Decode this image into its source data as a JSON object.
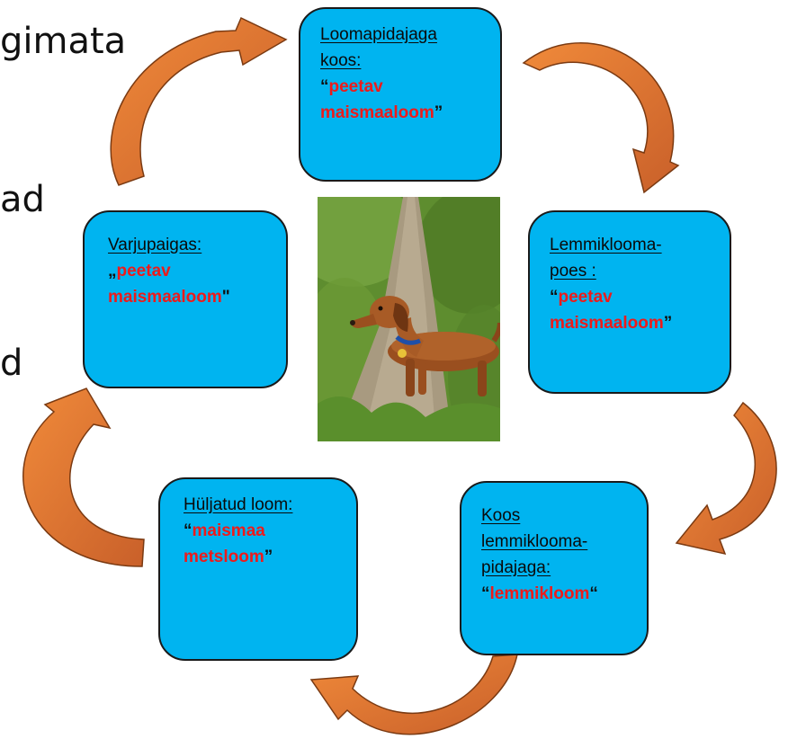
{
  "left_text": [
    "gimata",
    "ad",
    "d"
  ],
  "boxes": [
    {
      "id": "top",
      "lines": [
        "Loomapidajaga",
        "koos:"
      ],
      "open_quote": "“",
      "highlight": [
        "peetav",
        "maismaaloom"
      ],
      "close_quote": "”"
    },
    {
      "id": "right",
      "lines": [
        "Lemmiklooma-",
        "poes :"
      ],
      "open_quote": "“",
      "highlight": [
        "peetav",
        "maismaaloom"
      ],
      "close_quote": "”"
    },
    {
      "id": "bottom-right",
      "lines": [
        "Koos",
        "lemmiklooma-",
        "pidajaga:"
      ],
      "open_quote": "“",
      "highlight": [
        "lemmikloom"
      ],
      "close_quote": "“"
    },
    {
      "id": "bottom-left",
      "lines": [
        "Hüljatud loom:"
      ],
      "open_quote": "“",
      "highlight": [
        "maismaa",
        "metsloom"
      ],
      "close_quote": "”"
    },
    {
      "id": "left",
      "lines": [
        "Varjupaigas:"
      ],
      "open_quote": "„",
      "highlight": [
        "peetav",
        "maismaaloom"
      ],
      "close_quote": "\""
    }
  ],
  "colors": {
    "box_fill": "#00b4f0",
    "highlight_text": "#ee1a1a",
    "arrow_fill": "#ed7d31",
    "arrow_shadow": "#b9561e"
  },
  "photo_subject": "dachshund-on-path"
}
